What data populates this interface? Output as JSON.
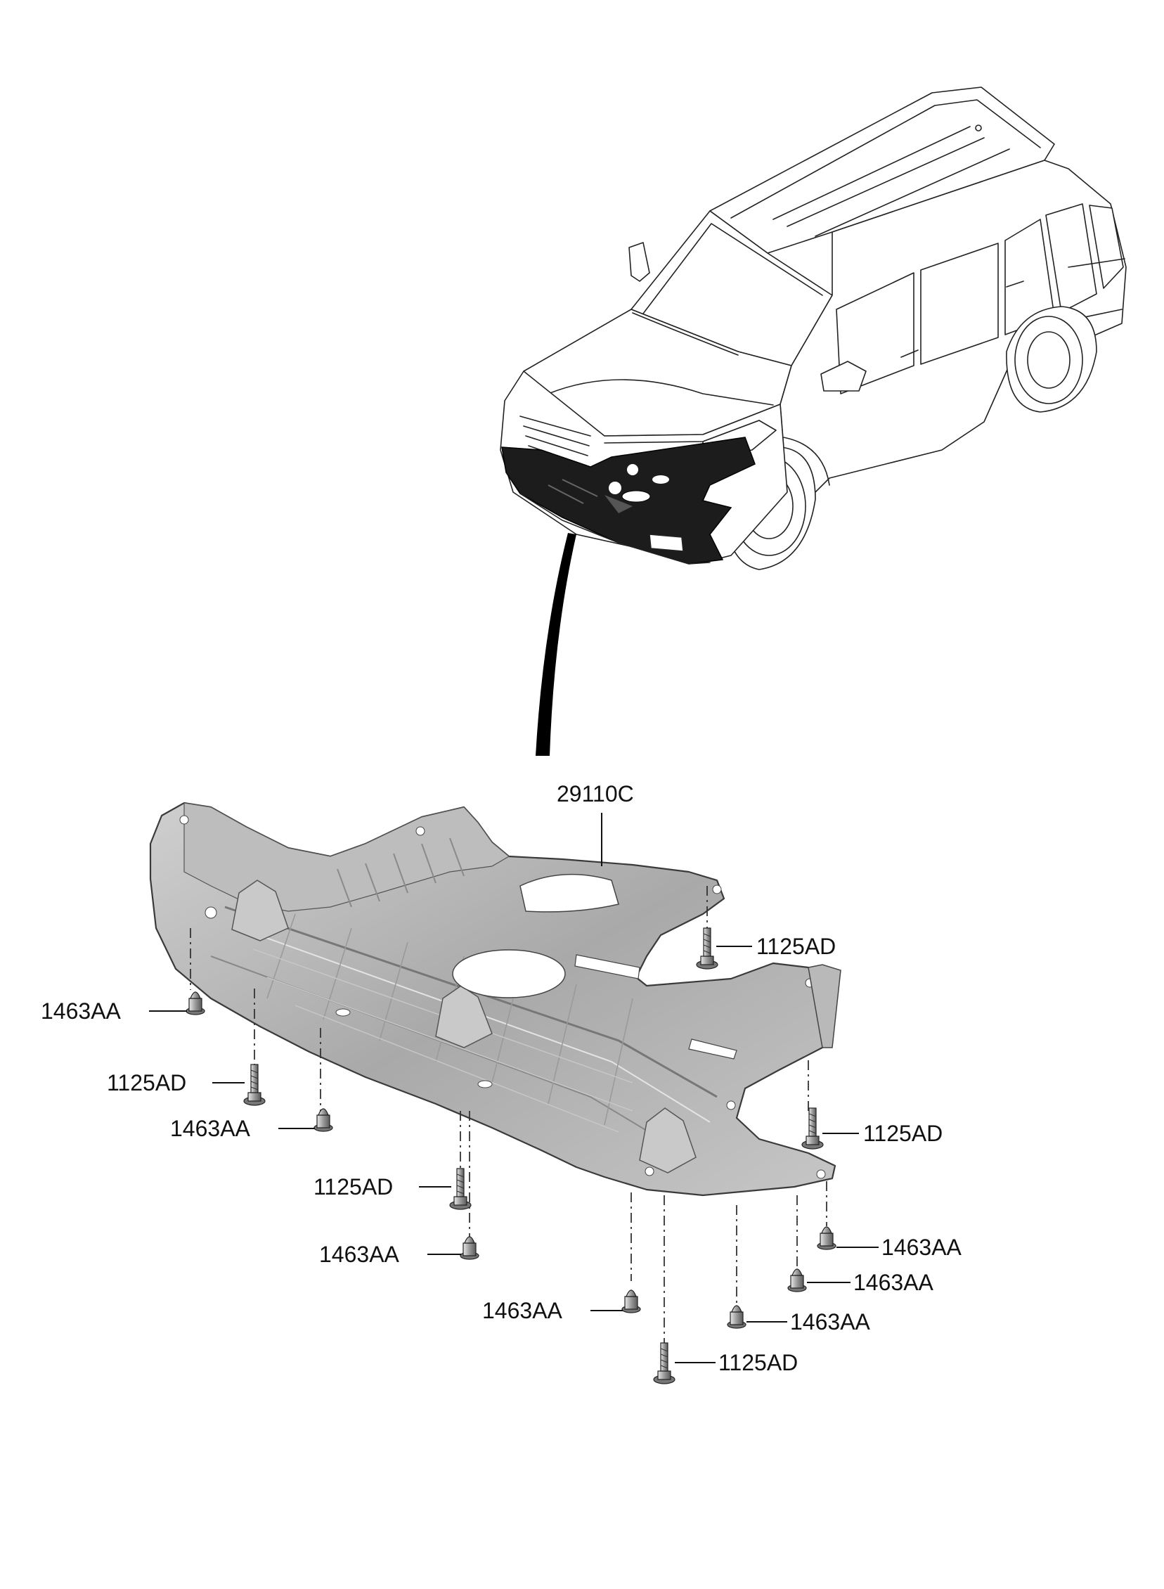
{
  "assembly_label": "29110C",
  "callouts": [
    {
      "id": "c-1125ad-a",
      "text": "1125AD"
    },
    {
      "id": "c-1463aa-a",
      "text": "1463AA"
    },
    {
      "id": "c-1125ad-b",
      "text": "1125AD"
    },
    {
      "id": "c-1463aa-b",
      "text": "1463AA"
    },
    {
      "id": "c-1125ad-c",
      "text": "1125AD"
    },
    {
      "id": "c-1125ad-d",
      "text": "1125AD"
    },
    {
      "id": "c-1463aa-c",
      "text": "1463AA"
    },
    {
      "id": "c-1463aa-d",
      "text": "1463AA"
    },
    {
      "id": "c-1463aa-e",
      "text": "1463AA"
    },
    {
      "id": "c-1463aa-f",
      "text": "1463AA"
    },
    {
      "id": "c-1463aa-g",
      "text": "1463AA"
    },
    {
      "id": "c-1125ad-e",
      "text": "1125AD"
    }
  ],
  "colors": {
    "line": "#111111",
    "highlight_part": "#1c1c1c",
    "cover_light": "#d4d4d4",
    "cover_mid": "#b3b3b3",
    "cover_dark": "#8a8a8a"
  }
}
